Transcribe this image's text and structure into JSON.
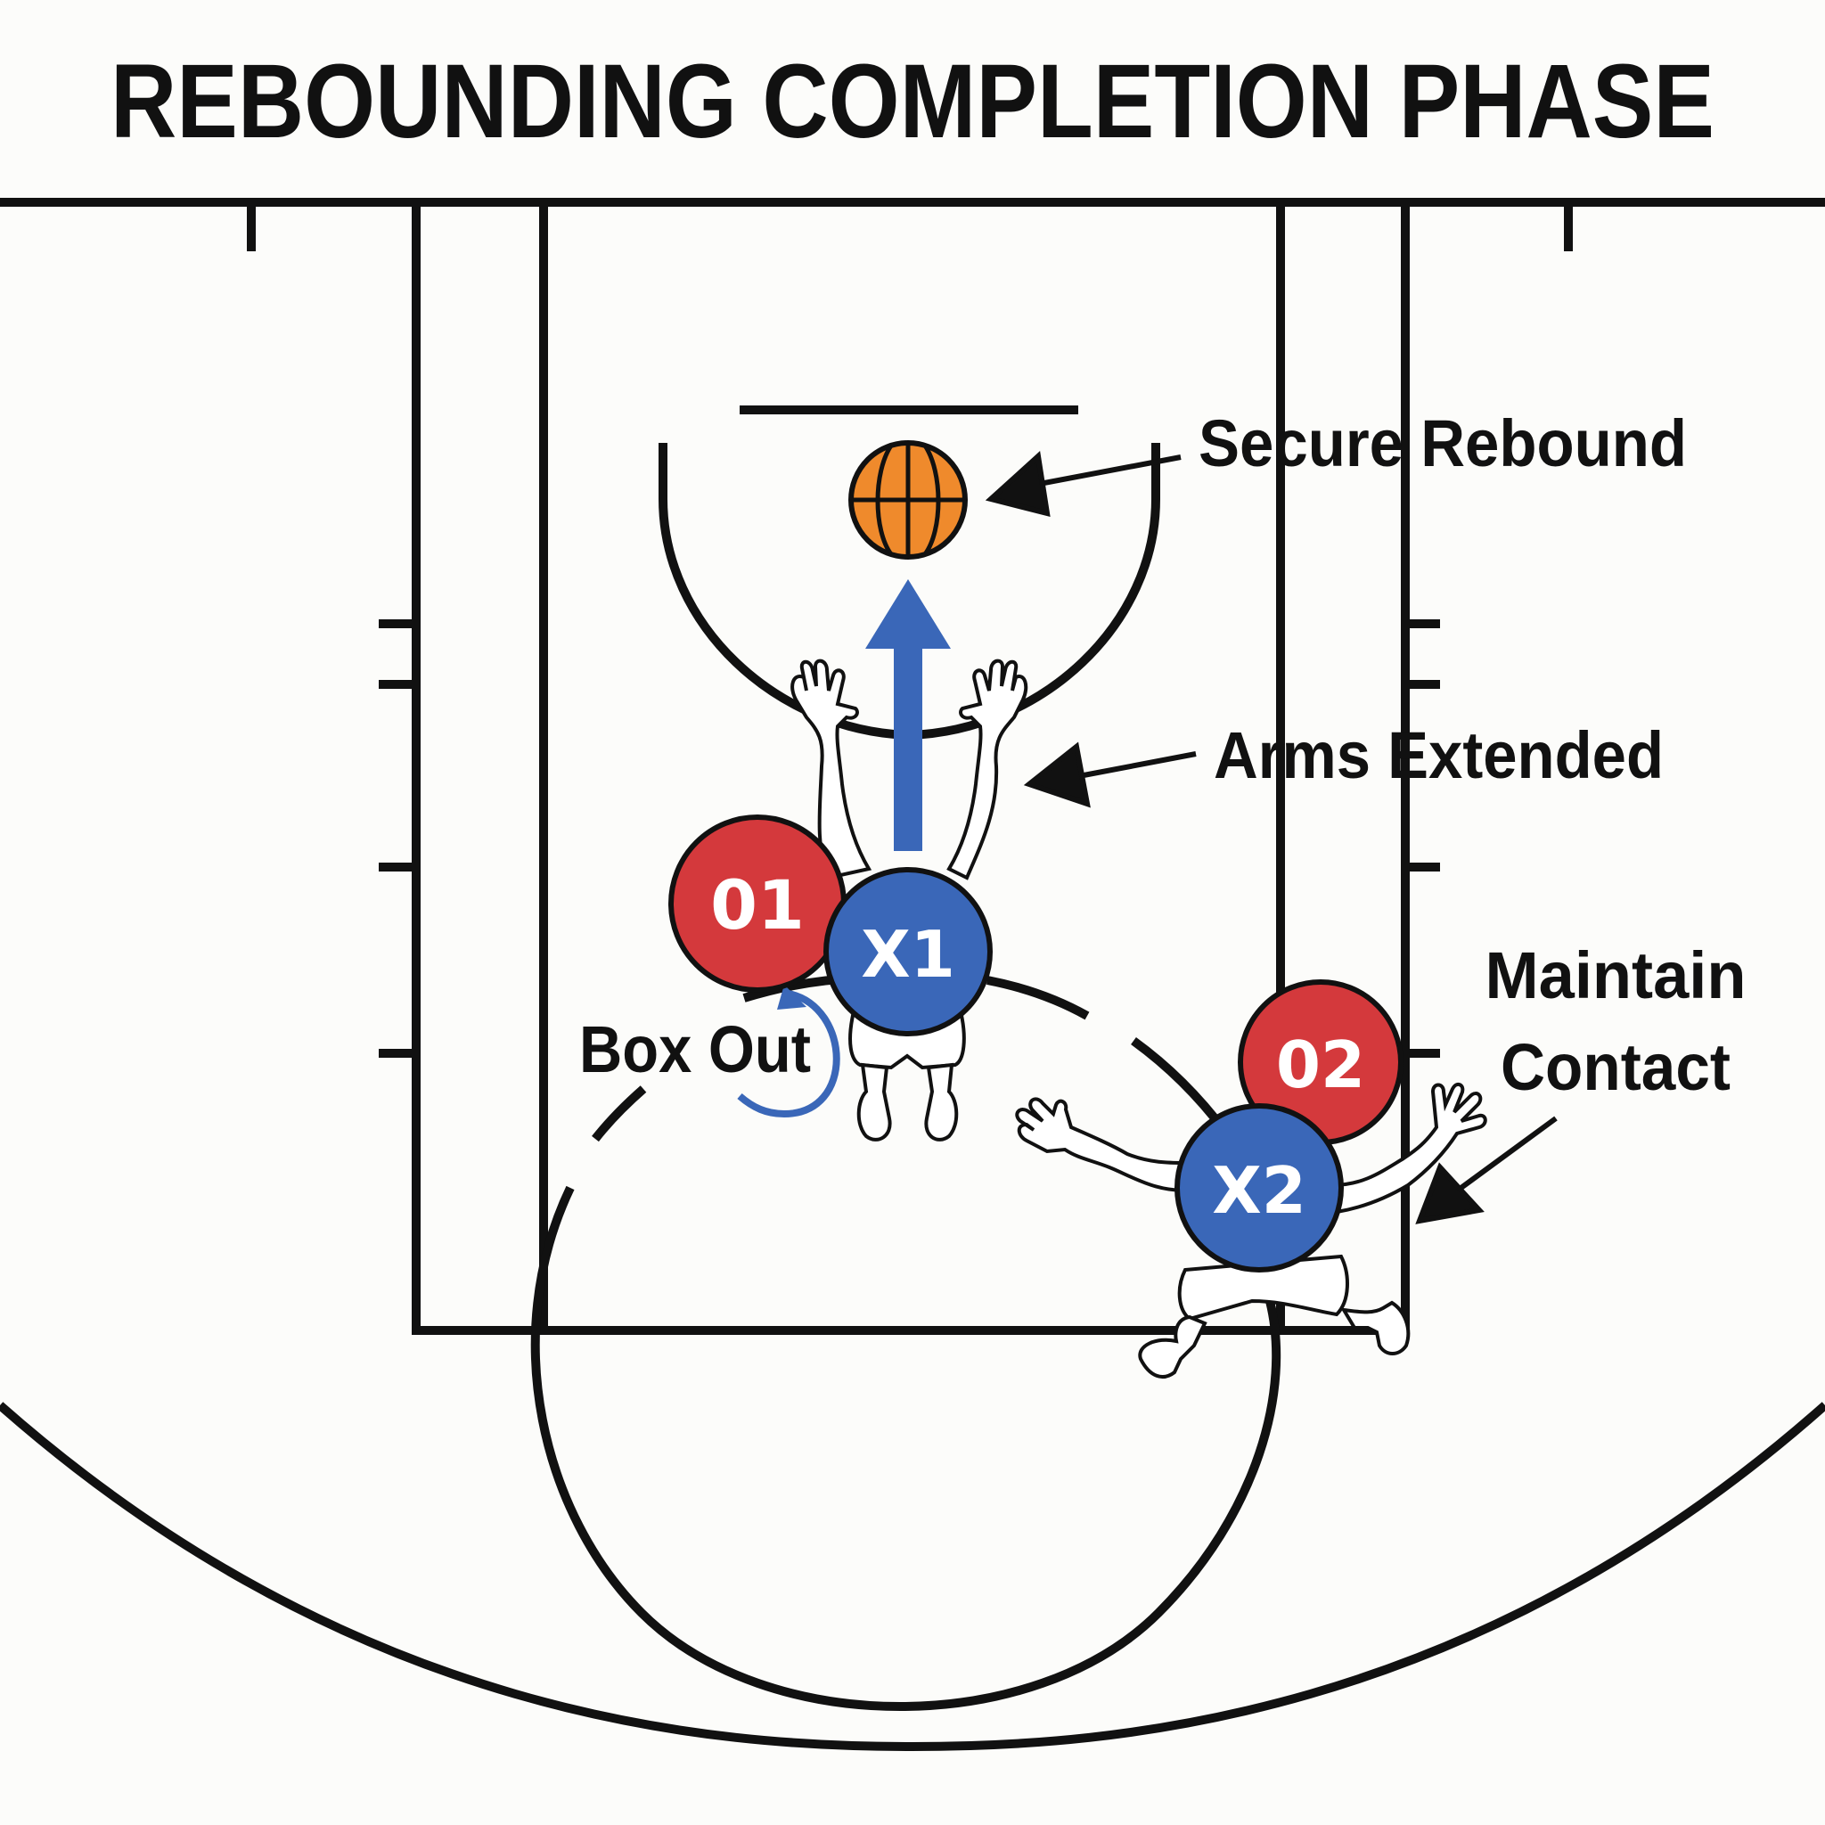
{
  "title": "REBOUNDING COMPLETION PHASE",
  "labels": {
    "secure_rebound": "Secure Rebound",
    "arms_extended": "Arms Extended",
    "box_out": "Box Out",
    "maintain_line1": "Maintain",
    "maintain_line2": "Contact"
  },
  "players": {
    "o1": "01",
    "x1": "X1",
    "o2": "02",
    "x2": "X2"
  },
  "colors": {
    "line": "#111111",
    "offense_red": "#d4393c",
    "defense_blue": "#3a67b8",
    "ball_orange": "#ef8a2c",
    "background": "#fcfcfa"
  }
}
